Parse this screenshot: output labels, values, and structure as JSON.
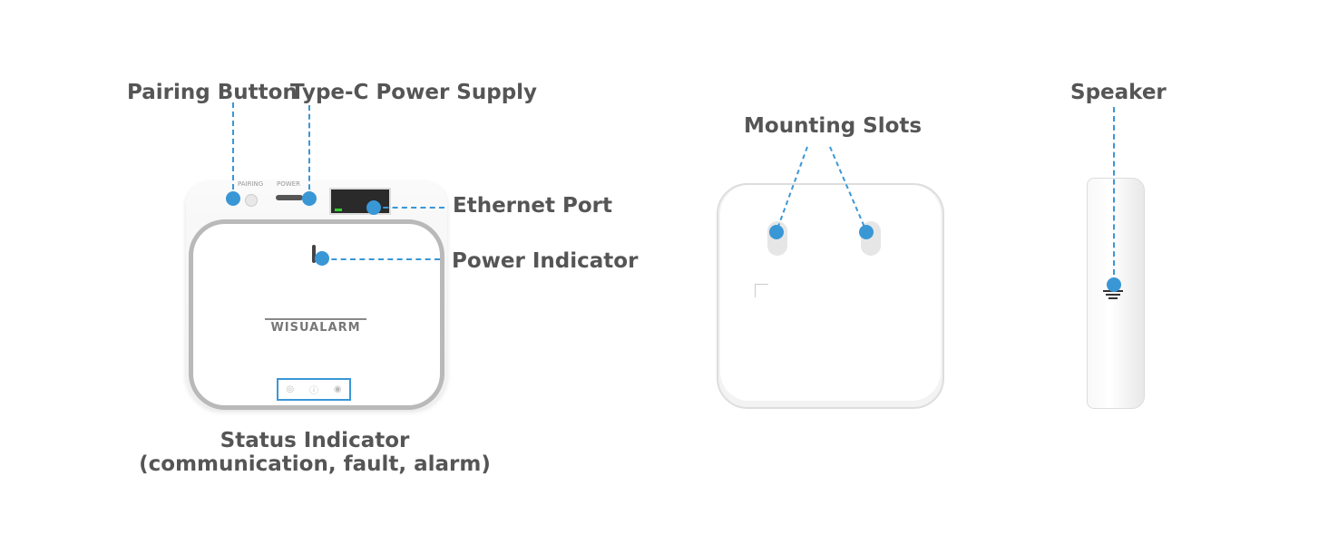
{
  "labels": {
    "pairing_button": "Pairing Button",
    "type_c_power": "Type-C Power Supply",
    "ethernet_port": "Ethernet Port",
    "power_indicator": "Power Indicator",
    "status_indicator": "Status Indicator",
    "status_detail": "(communication, fault, alarm)",
    "mounting_slots": "Mounting Slots",
    "speaker": "Speaker"
  },
  "device": {
    "pairing_print": "PAIRING",
    "power_print": "POWER",
    "brand_logo": "WISUALARM"
  },
  "colors": {
    "accent": "#3a97d6",
    "label": "#555555"
  }
}
